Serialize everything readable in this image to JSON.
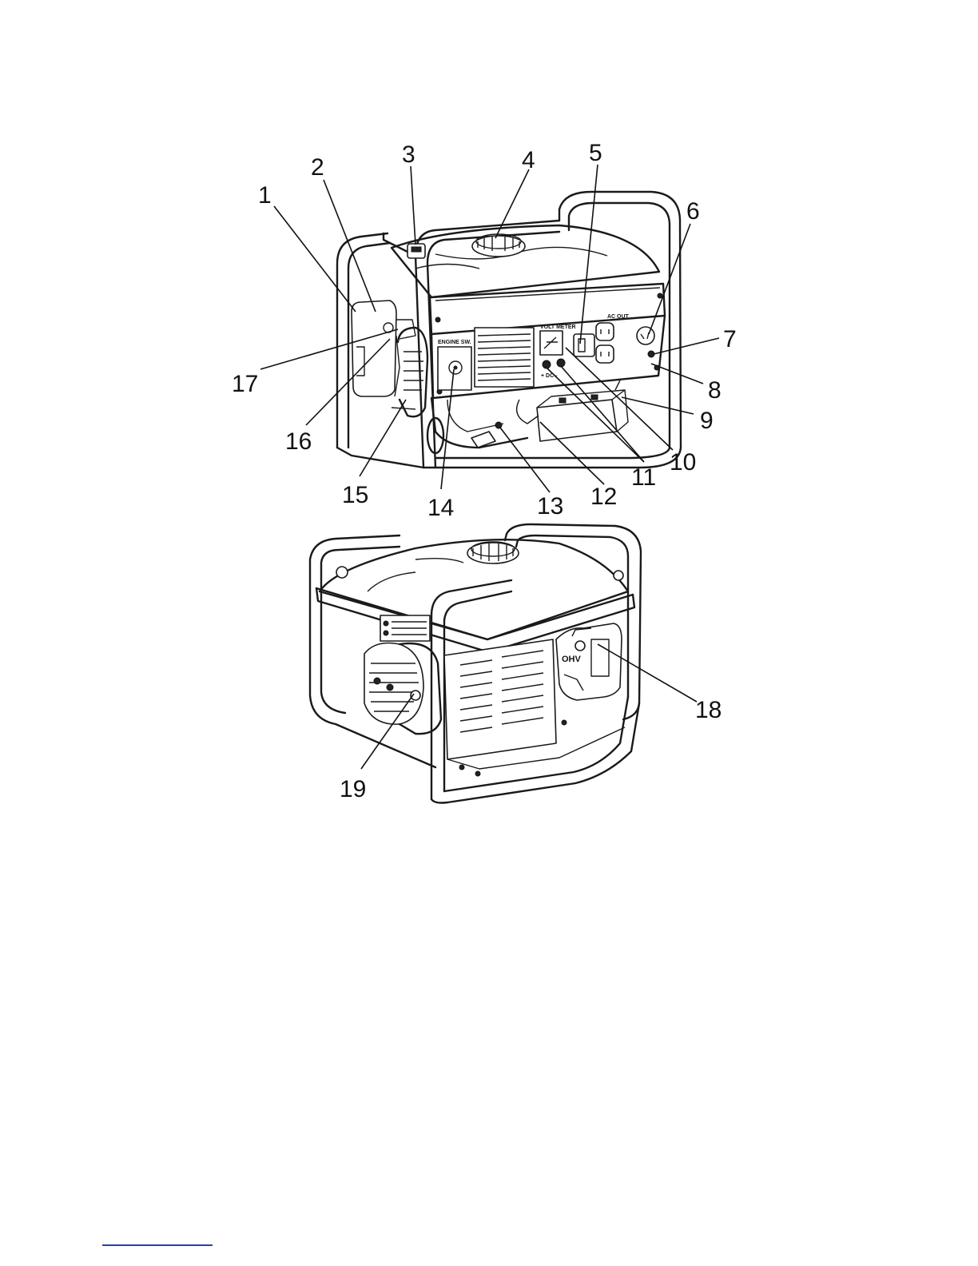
{
  "figure": {
    "top_view_callouts": [
      {
        "id": "c1",
        "label": "1"
      },
      {
        "id": "c2",
        "label": "2"
      },
      {
        "id": "c3",
        "label": "3"
      },
      {
        "id": "c4",
        "label": "4"
      },
      {
        "id": "c5",
        "label": "5"
      },
      {
        "id": "c6",
        "label": "6"
      },
      {
        "id": "c7",
        "label": "7"
      },
      {
        "id": "c8",
        "label": "8"
      },
      {
        "id": "c9",
        "label": "9"
      },
      {
        "id": "c10",
        "label": "10"
      },
      {
        "id": "c11",
        "label": "11"
      },
      {
        "id": "c12",
        "label": "12"
      },
      {
        "id": "c13",
        "label": "13"
      },
      {
        "id": "c14",
        "label": "14"
      },
      {
        "id": "c15",
        "label": "15"
      },
      {
        "id": "c16",
        "label": "16"
      },
      {
        "id": "c17",
        "label": "17"
      }
    ],
    "bottom_view_callouts": [
      {
        "id": "c18",
        "label": "18"
      },
      {
        "id": "c19",
        "label": "19"
      }
    ],
    "panel_text": {
      "engine_switch": "ENGINE SW.",
      "volt_meter": "VOLT METER",
      "dc_polarity": "+ DC -",
      "ohv": "OHV",
      "ac_out": "AC OUT"
    }
  }
}
